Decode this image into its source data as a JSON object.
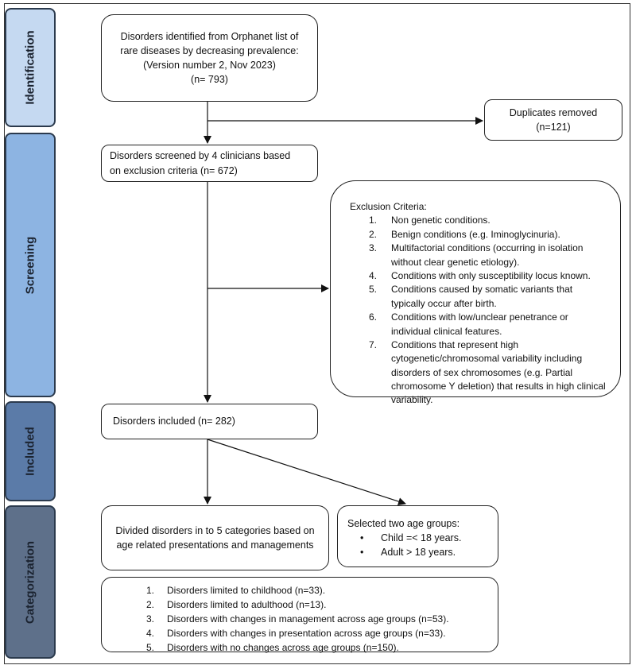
{
  "stages": [
    {
      "key": "identification",
      "label": "Identification",
      "color": "#c5d9f1"
    },
    {
      "key": "screening",
      "label": "Screening",
      "color": "#8db4e2"
    },
    {
      "key": "included",
      "label": "Included",
      "color": "#5b7ba8"
    },
    {
      "key": "categorization",
      "label": "Categorization",
      "color": "#5e708a"
    }
  ],
  "boxes": {
    "identified": {
      "lines": [
        "Disorders identified from Orphanet list of",
        "rare diseases by decreasing prevalence:",
        "(Version number 2, Nov 2023)",
        "(n= 793)"
      ]
    },
    "duplicates": {
      "lines": [
        "Duplicates removed",
        "(n=121)"
      ]
    },
    "screened": {
      "lines": [
        "Disorders screened by 4 clinicians based",
        "on exclusion criteria  (n= 672)"
      ]
    },
    "exclusion": {
      "title": "Exclusion Criteria:",
      "items": [
        {
          "num": "1.",
          "text": "Non genetic conditions."
        },
        {
          "num": "2.",
          "text": "Benign conditions (e.g. Iminoglycinuria)."
        },
        {
          "num": "3.",
          "text": "Multifactorial conditions (occurring in isolation without clear genetic etiology)."
        },
        {
          "num": "4.",
          "text": "Conditions with only susceptibility locus known."
        },
        {
          "num": "5.",
          "text": "Conditions caused by somatic variants that typically occur after birth."
        },
        {
          "num": "6.",
          "text": "Conditions with low/unclear penetrance or individual clinical features."
        },
        {
          "num": "7.",
          "text": "Conditions that represent high cytogenetic/chromosomal variability including disorders of sex chromosomes (e.g. Partial chromosome Y deletion) that results in high clinical variability."
        }
      ]
    },
    "included": {
      "lines": [
        "Disorders included  (n= 282)"
      ]
    },
    "divided": {
      "lines": [
        "Divided disorders in to 5 categories based on",
        "age related presentations and managements"
      ]
    },
    "age_groups": {
      "title": "Selected two age groups:",
      "items": [
        "Child =< 18 years.",
        "Adult > 18 years."
      ]
    },
    "categories": {
      "items": [
        {
          "num": "1.",
          "text": "Disorders limited to childhood (n=33)."
        },
        {
          "num": "2.",
          "text": "Disorders limited to adulthood (n=13)."
        },
        {
          "num": "3.",
          "text": "Disorders with changes in management across age groups (n=53)."
        },
        {
          "num": "4.",
          "text": "Disorders with changes in presentation across age groups (n=33)."
        },
        {
          "num": "5.",
          "text": "Disorders with no changes across age groups (n=150)."
        }
      ]
    }
  }
}
